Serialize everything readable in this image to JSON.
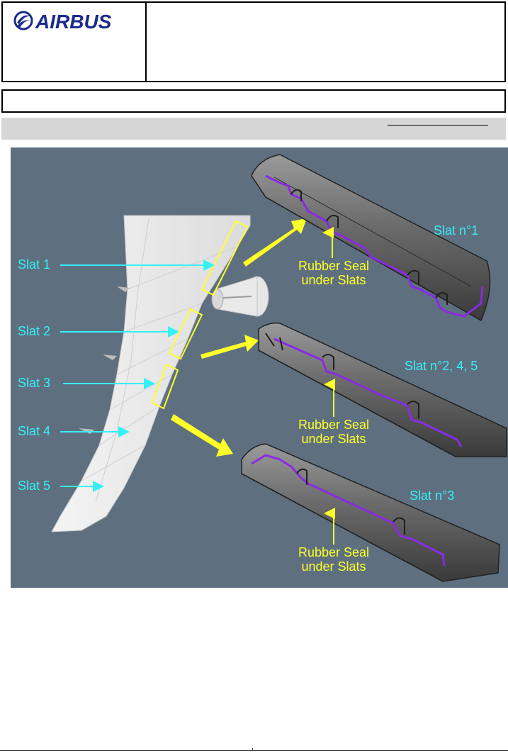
{
  "header": {
    "logo_text": "AIRBUS"
  },
  "figure": {
    "slat_labels": [
      "Slat 1",
      "Slat 2",
      "Slat 3",
      "Slat 4",
      "Slat 5"
    ],
    "panel_titles": [
      "Slat n°1",
      "Slat n°2, 4, 5",
      "Slat n°3"
    ],
    "seal_caption_line1": "Rubber Seal",
    "seal_caption_line2": "under Slats"
  },
  "colors": {
    "figure_background": "#5e7080",
    "label_cyan": "#36f0f8",
    "callout_yellow": "#ffff2a",
    "seal_purple": "#8a2be2",
    "brand_blue": "#1a2b8c"
  }
}
